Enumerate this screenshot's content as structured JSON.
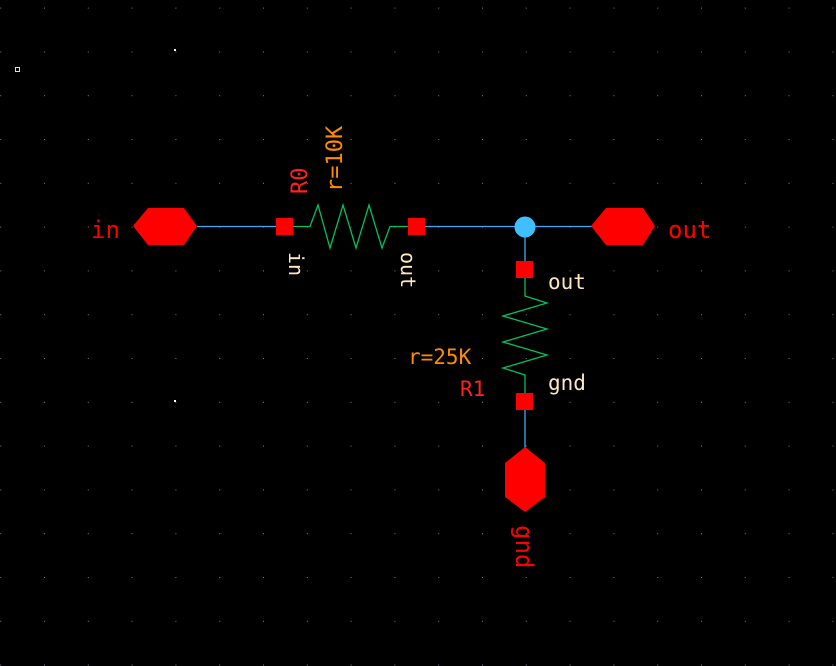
{
  "colors": {
    "background": "#000000",
    "pin": "#ff0000",
    "wire": "#3fa9f5",
    "device": "#00c060",
    "instance_name": "#ff2020",
    "parameter": "#ff8c00",
    "terminal_label": "#ffe8c0",
    "grid": "#7a7a9a"
  },
  "pins": {
    "in": "in",
    "out": "out",
    "gnd": "gnd"
  },
  "instances": {
    "r0": {
      "name": "R0",
      "param": "r=10K",
      "term_plus": "in",
      "term_minus": "out"
    },
    "r1": {
      "name": "R1",
      "param": "r=25K",
      "term_plus": "out",
      "term_minus": "gnd"
    }
  }
}
